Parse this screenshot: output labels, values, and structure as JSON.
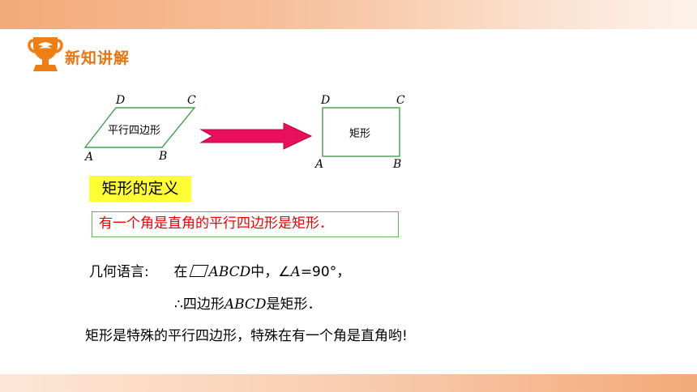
{
  "header": {
    "title": "新知讲解",
    "icon": "trophy-icon"
  },
  "figure": {
    "parallelogram": {
      "label": "平行四边形",
      "points": {
        "A": "A",
        "B": "B",
        "C": "C",
        "D": "D"
      }
    },
    "arrow": "arrow-right-icon",
    "rectangle": {
      "label": "矩形",
      "points": {
        "A": "A",
        "B": "B",
        "C": "C",
        "D": "D"
      }
    }
  },
  "definition": {
    "title": "矩形的定义",
    "text": "有一个角是直角的平行四边形是矩形．"
  },
  "geometry_language": {
    "label": "几何语言:",
    "line1": {
      "prefix": "在",
      "name": "ABCD",
      "mid": "中，∠",
      "angle": "A",
      "value": "=90°，"
    },
    "line2": {
      "therefore": "∴",
      "prefix": "四边形",
      "name": "ABCD",
      "suffix": "是矩形．"
    }
  },
  "summary": "矩形是特殊的平行四边形，特殊在有一个角是直角哟!",
  "colors": {
    "accent": "#e8740f",
    "definition_text": "#ee0000",
    "highlight": "#ffff33",
    "arrow": "#e8105a"
  }
}
